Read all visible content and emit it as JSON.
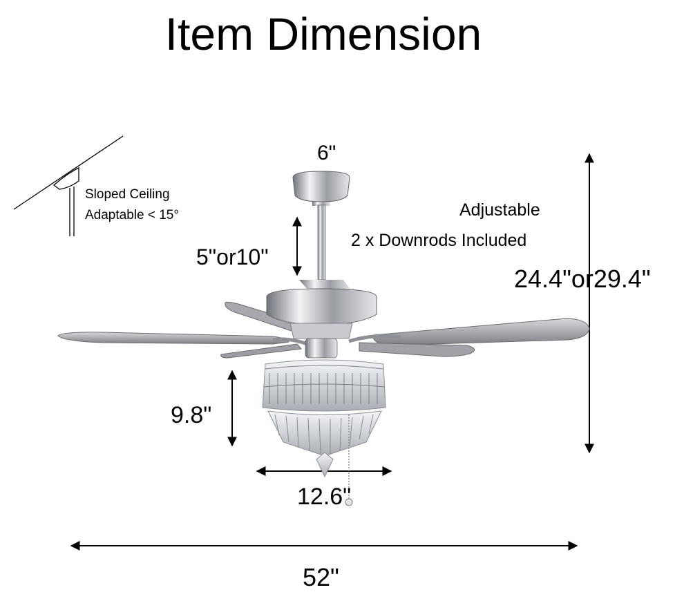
{
  "title": "Item Dimension",
  "sloped_ceiling": {
    "line1": "Sloped Ceiling",
    "line2": "Adaptable < 15°"
  },
  "downrods": {
    "line1": "Adjustable",
    "line2": "2 x Downrods Included"
  },
  "dimensions": {
    "canopy_width": "6\"",
    "downrod_length": "5\"or10\"",
    "overall_height": "24.4\"or29.4\"",
    "light_kit_height": "9.8\"",
    "light_kit_width": "12.6\"",
    "blade_span": "52\""
  },
  "colors": {
    "ink": "#000000",
    "chrome": "#b9bcc2",
    "blade": "#8e8f94"
  }
}
